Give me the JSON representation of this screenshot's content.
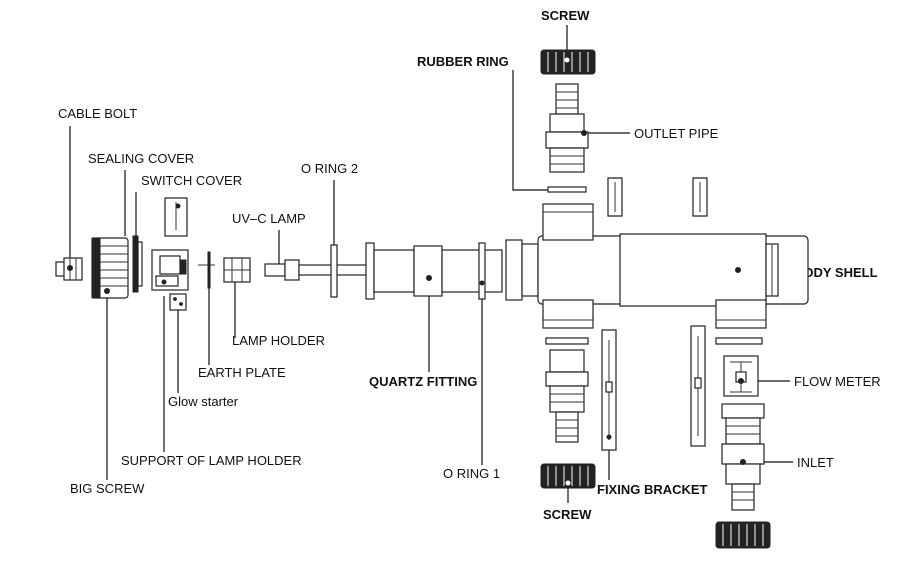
{
  "labels": {
    "screw_top": "SCREW",
    "rubber_ring": "RUBBER RING",
    "outlet_pipe": "OUTLET PIPE",
    "cable_bolt": "CABLE BOLT",
    "sealing_cover": "SEALING COVER",
    "switch_cover": "SWITCH COVER",
    "o_ring_2": "O RING 2",
    "uvc_lamp": "UV–C LAMP",
    "body_shell": "BODY SHELL",
    "lamp_holder": "LAMP HOLDER",
    "earth_plate": "EARTH PLATE",
    "quartz_fitting": "QUARTZ FITTING",
    "flow_meter": "FLOW METER",
    "glow_starter": "Glow starter",
    "support_lamp_holder": "SUPPORT OF LAMP HOLDER",
    "inlet": "INLET",
    "o_ring_1": "O RING 1",
    "big_screw": "BIG SCREW",
    "fixing_bracket": "FIXING BRACKET",
    "screw_bottom": "SCREW"
  }
}
